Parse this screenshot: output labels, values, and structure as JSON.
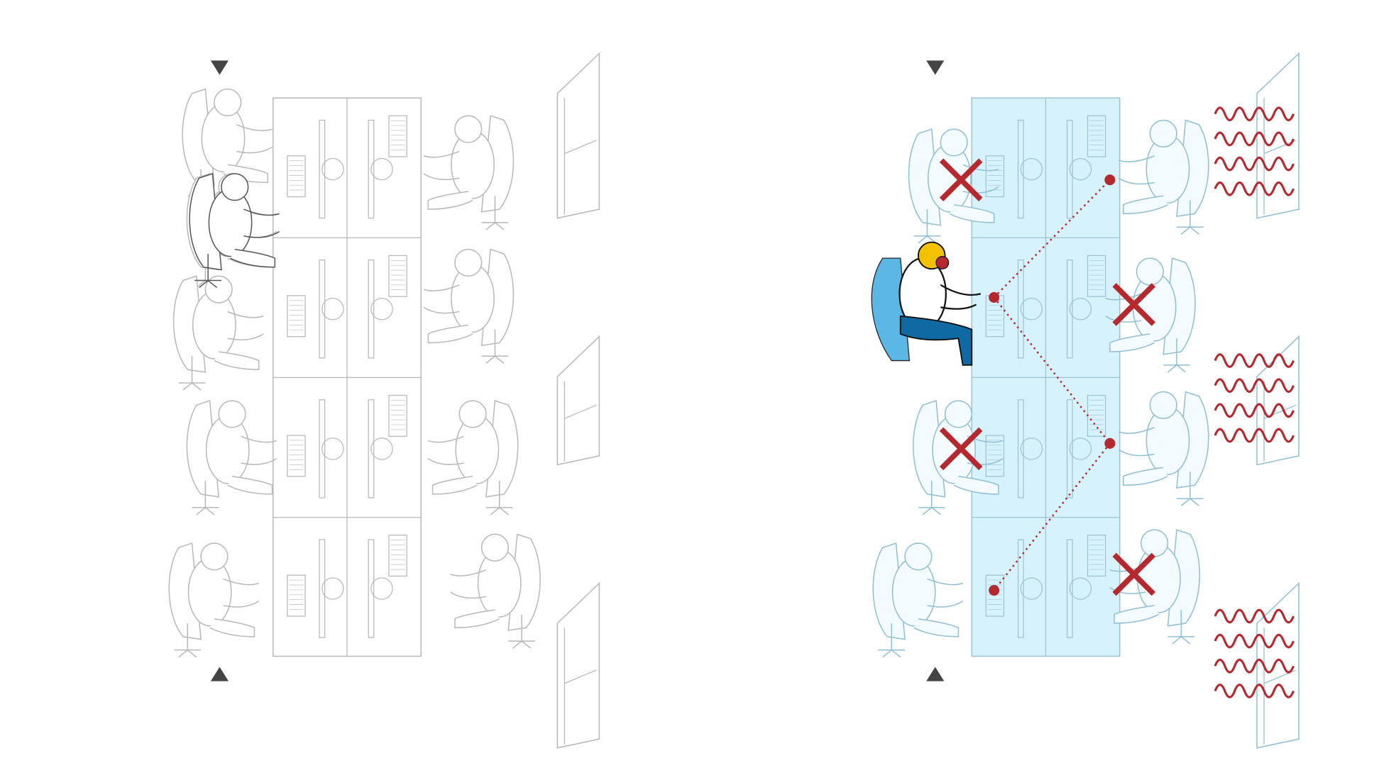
{
  "colors": {
    "outline_gray": "#b8b8b8",
    "dark_gray": "#444444",
    "desk_fill_highlight": "#d6f3fb",
    "desk_stroke_highlight": "#9cc3d3",
    "person_blue_outline": "#8fbfd4",
    "chair_blue": "#5bb8e6",
    "marker_red": "#b5282e",
    "hair_yellow": "#f2c200",
    "pants_blue": "#0f6aa3"
  },
  "scenes": [
    {
      "name": "office-layout-before",
      "desk_rows": 4,
      "desk_cols": 2
    },
    {
      "name": "office-layout-after",
      "desk_rows": 4,
      "desk_cols": 2,
      "blocked_seats": 4,
      "connection_points": 4,
      "noise_sources": 3
    }
  ]
}
